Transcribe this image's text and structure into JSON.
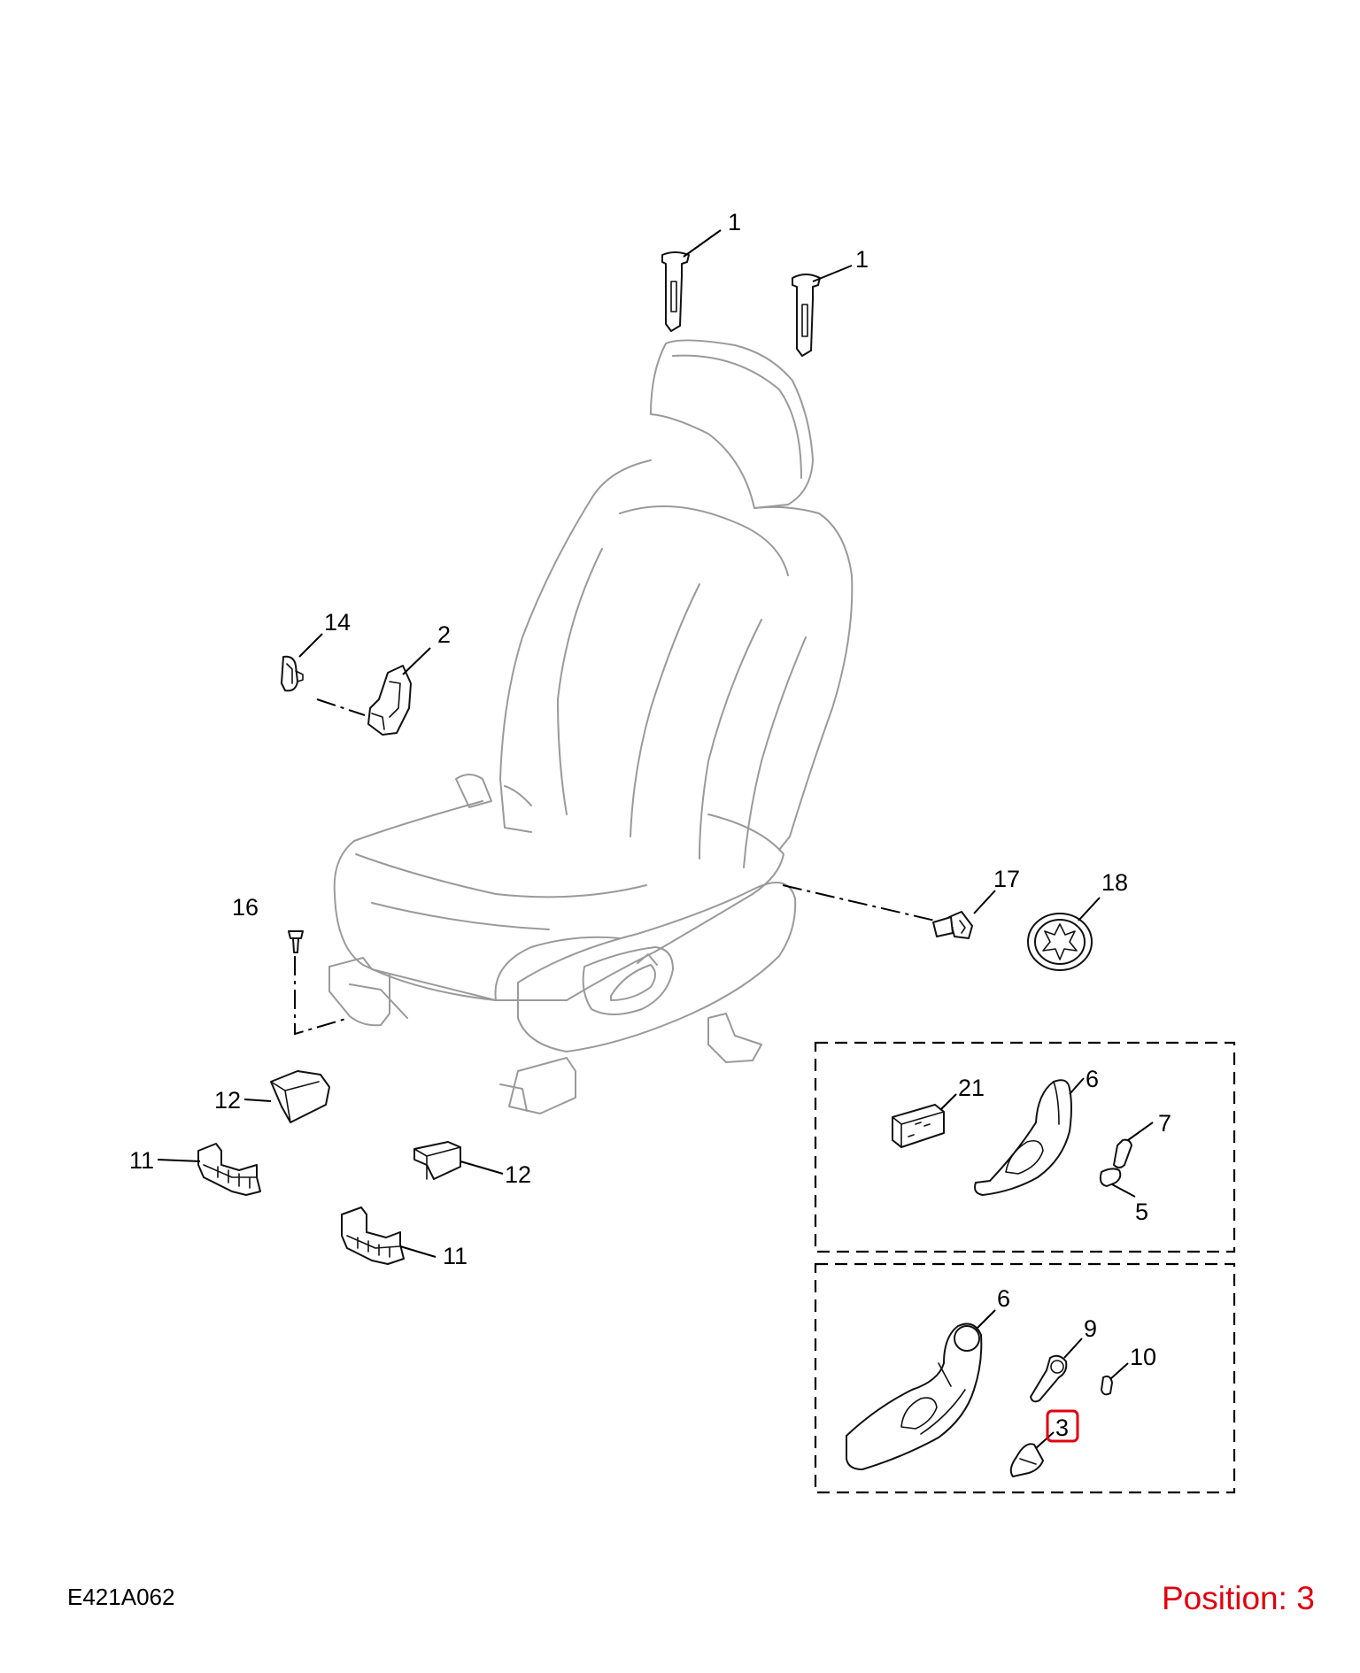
{
  "callouts": {
    "c1a": "1",
    "c1b": "1",
    "c2": "2",
    "c14": "14",
    "c16": "16",
    "c17": "17",
    "c18": "18",
    "c12a": "12",
    "c12b": "12",
    "c11a": "11",
    "c11b": "11",
    "c21": "21",
    "c6a": "6",
    "c7": "7",
    "c5": "5",
    "c6b": "6",
    "c9": "9",
    "c10": "10",
    "c3": "3"
  },
  "diagram_code": "E421A062",
  "position_label": "Position: 3",
  "highlight_color": "#e1000f",
  "highlighted_callout": "3"
}
